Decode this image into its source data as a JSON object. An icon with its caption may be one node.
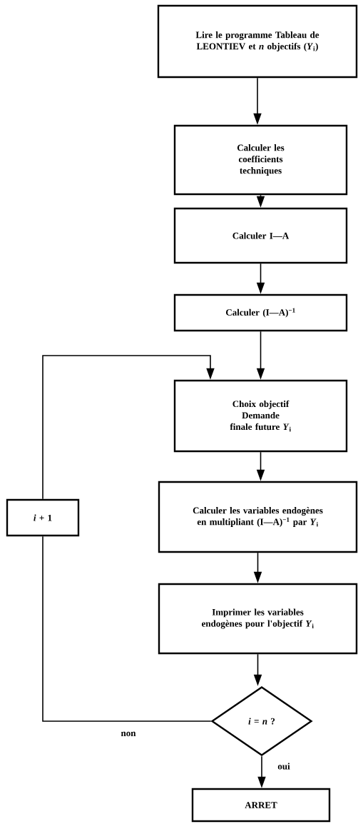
{
  "diagram": {
    "nodes": [
      {
        "text": [
          "Lire le programme Tableau de LEONTIEV et *n* objectifs (*Y*$_{i}$)"
        ]
      },
      {
        "text": [
          "Calculer les coefficients techniques"
        ]
      },
      {
        "text": [
          "Calculer I—A"
        ]
      },
      {
        "text": [
          "Calculer (I—A)$^{−1}$"
        ]
      },
      {
        "text": [
          "Choix objectif Demande finale future *Y*$_{i}$"
        ]
      },
      {
        "text": [
          "Calculer les variables endogènes en multipliant (I—A)$^{−1}$ par *Y*$_{i}$"
        ]
      },
      {
        "text": [
          "Imprimer les variables endogènes pour l'objectif *Y*$_{i}$"
        ]
      },
      {
        "text": [
          "*i* = *n* ?"
        ]
      },
      {
        "text": [
          "*i* + 1"
        ]
      },
      {
        "text": [
          "ARRET"
        ]
      }
    ],
    "edges": [
      {
        "from": 0,
        "to": 1,
        "arrow": "to"
      },
      {
        "from": 1,
        "to": 2,
        "arrow": "to"
      },
      {
        "from": 2,
        "to": 3,
        "arrow": "to"
      },
      {
        "from": 3,
        "to": 4,
        "arrow": "to"
      },
      {
        "from": 4,
        "to": 5,
        "arrow": "to"
      },
      {
        "from": 5,
        "to": 6,
        "arrow": "to"
      },
      {
        "from": 6,
        "to": 7,
        "arrow": "to"
      },
      {
        "from": 7,
        "to": 8,
        "arrow": "none",
        "label": "non"
      },
      {
        "from": 8,
        "to": 4,
        "arrow": "to"
      },
      {
        "from": 7,
        "to": 9,
        "arrow": "to",
        "label": "oui"
      }
    ]
  }
}
